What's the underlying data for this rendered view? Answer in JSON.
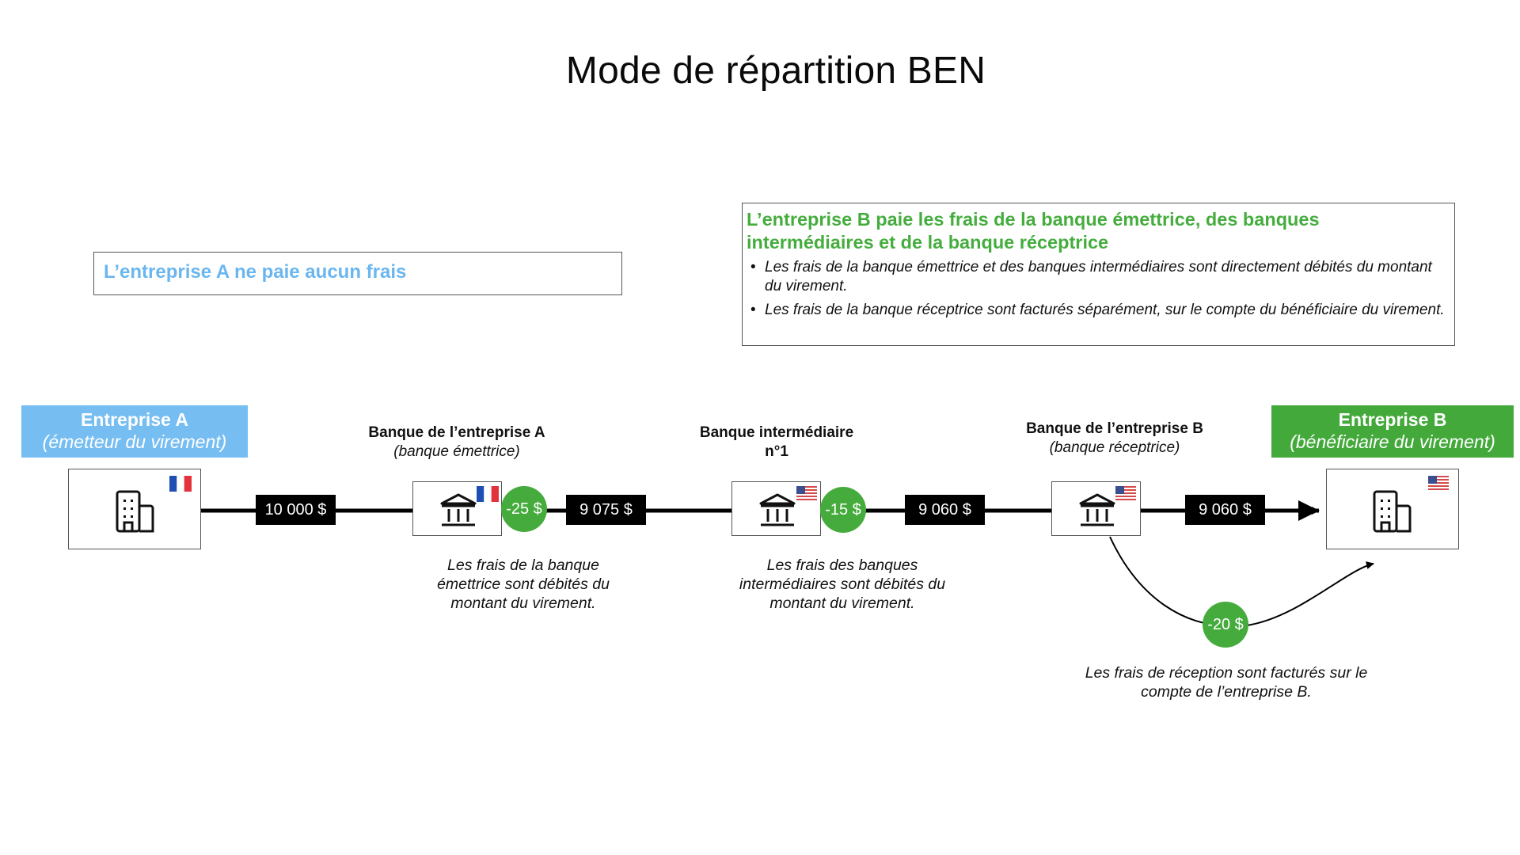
{
  "title": "Mode de répartition BEN",
  "box_a": {
    "text": "L’entreprise A ne paie aucun frais"
  },
  "box_b": {
    "heading": "L’entreprise B paie les frais de la banque émettrice, des banques intermédiaires et de la banque réceptrice",
    "bullets": [
      "Les frais de la banque émettrice et des banques intermédiaires sont directement débités du montant du virement.",
      "Les frais de la banque réceptrice sont facturés séparément, sur le compte du bénéficiaire du virement."
    ]
  },
  "entreprise_a": {
    "name": "Entreprise A",
    "role": "(émetteur du virement)",
    "flag": "france-flag",
    "icon": "office-building-icon"
  },
  "entreprise_b": {
    "name": "Entreprise B",
    "role": "(bénéficiaire du virement)",
    "flag": "usa-flag",
    "icon": "office-building-icon"
  },
  "bank_a": {
    "name": "Banque de l’entreprise A",
    "role": "(banque émettrice)",
    "flag": "france-flag",
    "icon": "bank-icon"
  },
  "bank_mid": {
    "name": "Banque intermédiaire",
    "role": "n°1",
    "flag": "usa-flag",
    "icon": "bank-icon"
  },
  "bank_b": {
    "name": "Banque de l’entreprise B",
    "role": "(banque réceptrice)",
    "flag": "usa-flag",
    "icon": "bank-icon"
  },
  "amounts": {
    "start": "10 000 $",
    "after_bank_a": "9 075 $",
    "after_mid": "9 060 $",
    "final": "9 060 $"
  },
  "fees": {
    "bank_a": "-25 $",
    "mid": "-15 $",
    "bank_b": "-20 $"
  },
  "notes": {
    "bank_a": "Les frais de la banque émettrice sont débités du montant du virement.",
    "mid": "Les frais des banques intermédiaires sont débités du montant du virement.",
    "bank_b": "Les frais de réception sont facturés sur le compte de l’entreprise B."
  },
  "colors": {
    "blue": "#76bdf1",
    "green": "#45ab3c",
    "black": "#000000",
    "border": "#555555"
  }
}
